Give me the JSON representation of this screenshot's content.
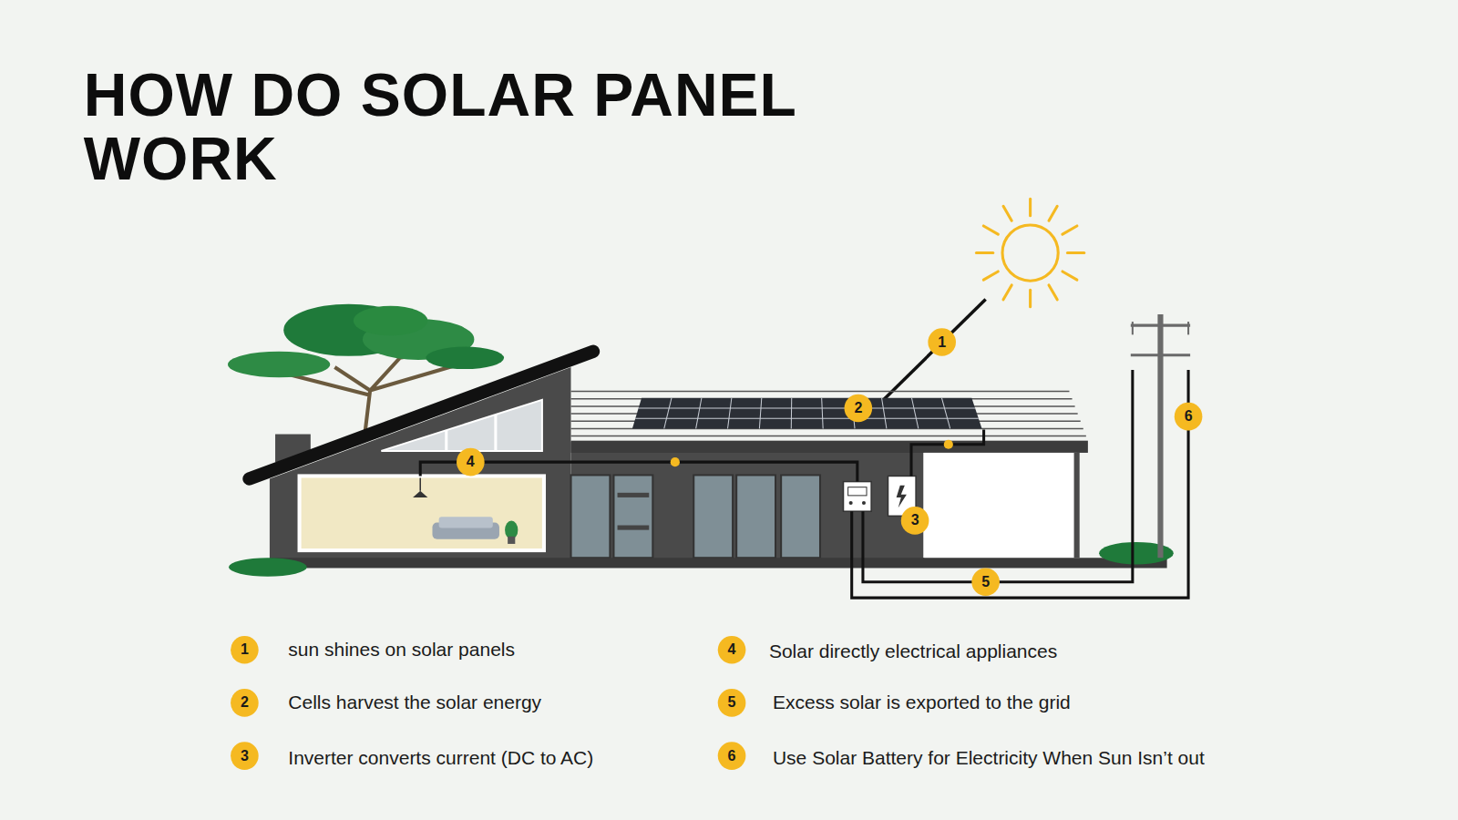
{
  "diagram": {
    "title": "HOW DO SOLAR PANEL WORK",
    "labels": [
      "1",
      "2",
      "4",
      "6",
      "3",
      "5",
      "1",
      "sun shines on solar panels",
      "4",
      "Solar directly electrical appliances",
      "2",
      "Cells harvest the solar energy",
      "5",
      "Excess solar is exported to the grid",
      "3",
      "Inverter converts current (DC to AC)",
      "6",
      "Use Solar Battery for Electricity When Sun Isn’t out"
    ]
  }
}
